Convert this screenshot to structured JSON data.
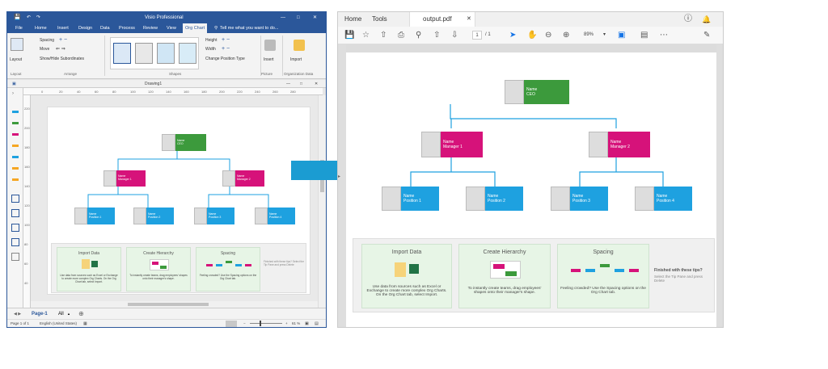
{
  "visio": {
    "title": "Visio Professional",
    "tabs": [
      "File",
      "Home",
      "Insert",
      "Design",
      "Data",
      "Process",
      "Review",
      "View",
      "Org Chart"
    ],
    "tell_me": "Tell me what you want to do...",
    "ribbon": {
      "layout_label": "Layout",
      "spacing_label": "Spacing",
      "move_label": "Move",
      "show_hide_label": "Show/Hide Subordinates",
      "height_label": "Height",
      "width_label": "Width",
      "change_position_label": "Change Position Type",
      "insert_label": "Insert",
      "import_label": "Import",
      "groups": [
        "Layout",
        "Arrange",
        "Shapes",
        "Picture",
        "Organization Data"
      ]
    },
    "document_title": "Drawing1",
    "ruler_marks": [
      "0",
      "20",
      "40",
      "60",
      "80",
      "100",
      "120",
      "140",
      "160",
      "180",
      "200",
      "220",
      "240",
      "260",
      "280"
    ],
    "ruler_left_marks": [
      "220",
      "200",
      "180",
      "160",
      "140",
      "120",
      "100",
      "80",
      "60",
      "40"
    ],
    "chart": {
      "ceo": {
        "name": "Name",
        "title": "CEO"
      },
      "managers": [
        {
          "name": "Name",
          "title": "Manager 1"
        },
        {
          "name": "Name",
          "title": "Manager 2"
        }
      ],
      "positions": [
        {
          "name": "Name",
          "title": "Position 1"
        },
        {
          "name": "Name",
          "title": "Position 2"
        },
        {
          "name": "Name",
          "title": "Position 3"
        },
        {
          "name": "Name",
          "title": "Position 4"
        }
      ]
    },
    "tips": [
      {
        "title": "Import Data",
        "body": "Use data from sources such as Excel or Exchange to create more complex Org Charts. On the Org Chart tab, select Import."
      },
      {
        "title": "Create Hierarchy",
        "body": "To instantly create teams, drag employees' shapes onto their manager's shape."
      },
      {
        "title": "Spacing",
        "body": "Feeling crowded? Use the Spacing options on the Org Chart tab."
      }
    ],
    "finished_tip": "Finished with these tips? Select the Tip Pane and press Delete",
    "page_tab": "Page-1",
    "all_tab": "All",
    "status": {
      "page": "Page 1 of 1",
      "language": "English (United States)",
      "zoom": "61 %"
    }
  },
  "pdf": {
    "tabs": {
      "home": "Home",
      "tools": "Tools",
      "file": "output.pdf"
    },
    "page_current": "1",
    "page_total": "/ 1",
    "zoom": "89%",
    "chart": {
      "ceo": {
        "name": "Name",
        "title": "CEO"
      },
      "managers": [
        {
          "name": "Name",
          "title": "Manager 1"
        },
        {
          "name": "Name",
          "title": "Manager 2"
        }
      ],
      "positions": [
        {
          "name": "Name",
          "title": "Position 1"
        },
        {
          "name": "Name",
          "title": "Position 2"
        },
        {
          "name": "Name",
          "title": "Position 3"
        },
        {
          "name": "Name",
          "title": "Position 4"
        }
      ]
    },
    "tips": [
      {
        "title": "Import Data",
        "body": "Use data from sources such as Excel or Exchange to create more complex Org Charts. On the Org Chart tab, select Import."
      },
      {
        "title": "Create Hierarchy",
        "body": "To instantly create teams, drag employees' shapes onto their manager's shape."
      },
      {
        "title": "Spacing",
        "body": "Feeling crowded? Use the Spacing options on the Org Chart tab."
      }
    ],
    "finished_tip_title": "Finished with these tips?",
    "finished_tip_body": "Select the Tip Pane and press Delete"
  },
  "colors": {
    "ceo": "#3c9a3c",
    "manager": "#d6127a",
    "position": "#1ea1e0",
    "arrow": "#1b9cd2",
    "visio_blue": "#2b579a"
  }
}
